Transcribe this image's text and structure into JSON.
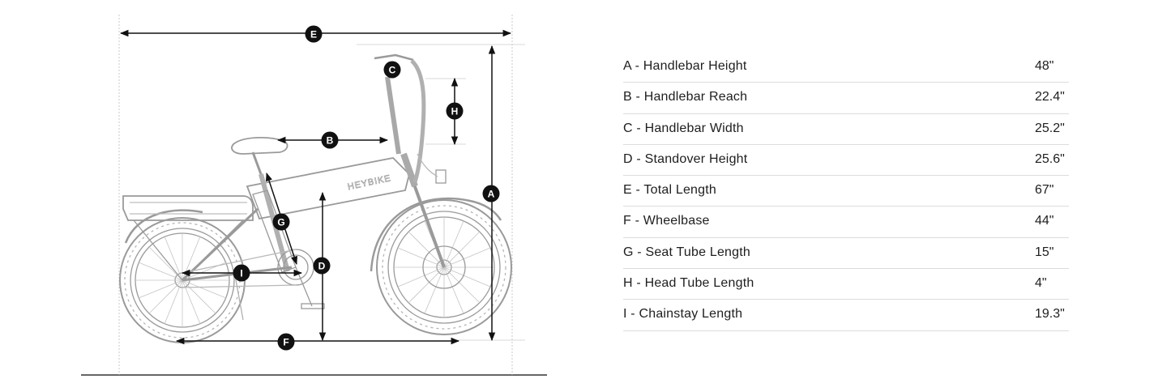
{
  "diagram": {
    "markers": [
      "A",
      "B",
      "C",
      "D",
      "E",
      "F",
      "G",
      "H",
      "I"
    ],
    "frame_text": "HEYBIKE"
  },
  "specs": [
    {
      "label": "A - Handlebar Height",
      "value": "48\""
    },
    {
      "label": "B - Handlebar Reach",
      "value": "22.4\""
    },
    {
      "label": "C - Handlebar Width",
      "value": "25.2\""
    },
    {
      "label": "D - Standover Height",
      "value": "25.6\""
    },
    {
      "label": "E - Total Length",
      "value": "67\""
    },
    {
      "label": "F - Wheelbase",
      "value": "44\""
    },
    {
      "label": "G - Seat Tube Length",
      "value": "15\""
    },
    {
      "label": "H - Head Tube Length",
      "value": "4\""
    },
    {
      "label": "I - Chainstay Length",
      "value": "19.3\""
    }
  ]
}
